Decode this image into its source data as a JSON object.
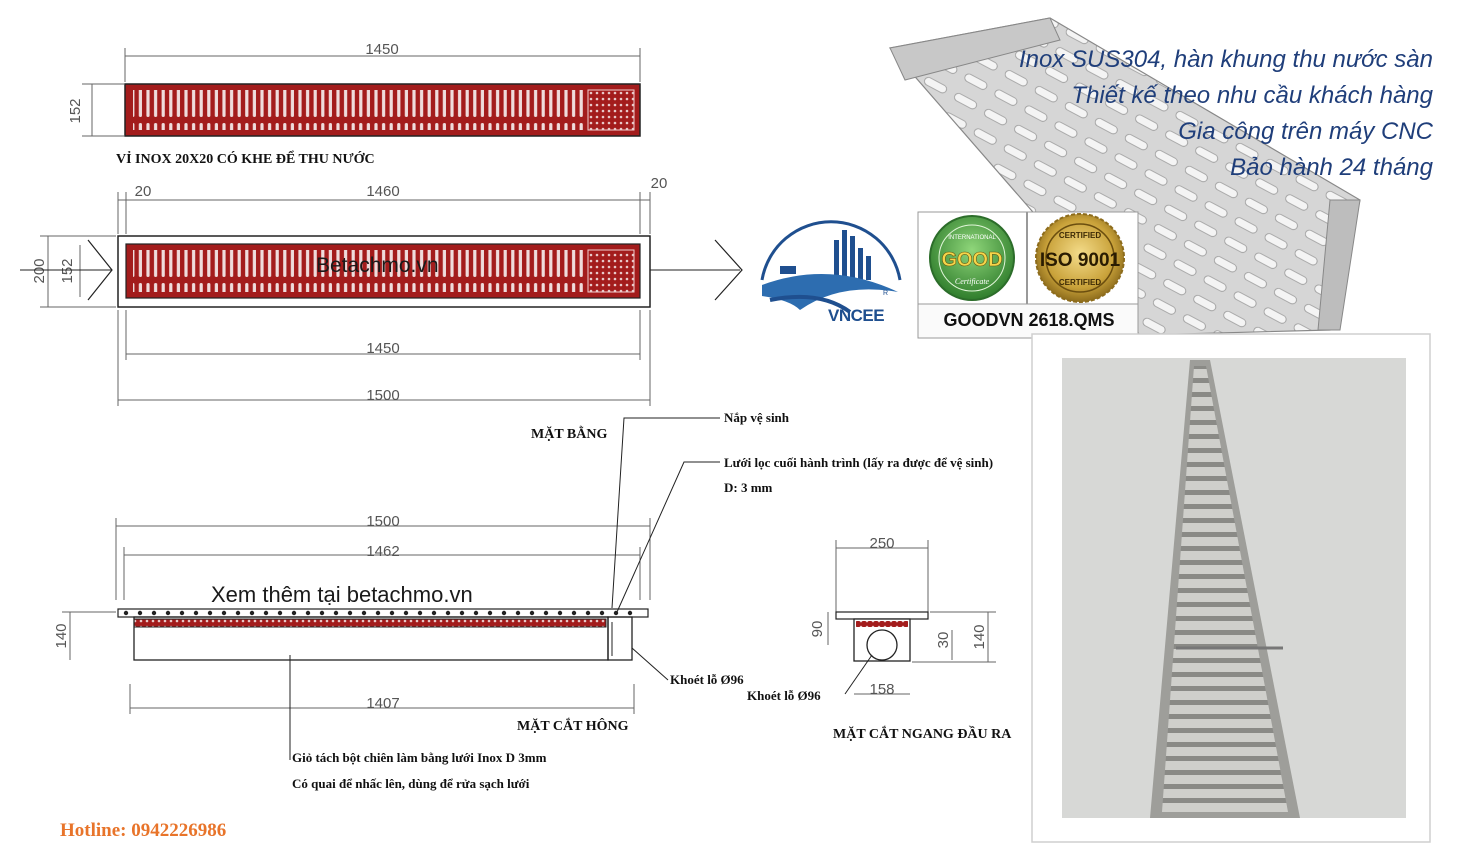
{
  "tagline": {
    "line1": "Inox SUS304, hàn khung thu nước sàn",
    "line2": "Thiết kế theo nhu cầu khách hàng",
    "line3": "Gia công trên máy CNC",
    "line4": "Bảo hành 24 tháng"
  },
  "top_grate": {
    "dim_length": "1450",
    "dim_width": "152",
    "caption": "VỈ INOX 20X20 CÓ KHE ĐỂ THU NƯỚC"
  },
  "plan_view": {
    "dim_left_margin": "20",
    "dim_inner_length": "1460",
    "dim_right_margin": "20",
    "dim_outer_height": "200",
    "dim_inner_height": "152",
    "dim_grate_length": "1450",
    "dim_total_length": "1500",
    "watermark": "Betachmo.vn",
    "title": "MẶT BẰNG"
  },
  "side_section": {
    "dim_total": "1500",
    "dim_inner": "1462",
    "dim_height": "140",
    "dim_bottom": "1407",
    "watermark": "Xem thêm tại betachmo.vn",
    "title": "MẶT CẮT HÔNG",
    "note_lid": "Nắp vệ sinh",
    "note_filter": "Lưới lọc cuối hành trình (lấy ra được để vệ sinh)",
    "note_filter_d": "D: 3 mm",
    "note_hole1": "Khoét lỗ Ø96",
    "note_basket1": "Giỏ tách bột chiên làm bằng lưới Inox D 3mm",
    "note_basket2": "Có quai để nhấc lên, dùng để rửa sạch lưới"
  },
  "cross_section": {
    "dim_top": "250",
    "dim_90": "90",
    "dim_30": "30",
    "dim_140": "140",
    "dim_bottom": "158",
    "note_hole": "Khoét lỗ Ø96",
    "title": "MẶT CẮT NGANG ĐẦU RA"
  },
  "logos": {
    "vncee": "VNCEE",
    "vncee_mark": "R",
    "good_top": "INTERNATIONAL",
    "good_main": "GOOD",
    "good_sub": "Certificate",
    "iso_top": "CERTIFIED",
    "iso_main": "ISO 9001",
    "iso_bottom": "CERTIFIED",
    "certificate_code": "GOODVN 2618.QMS"
  },
  "hotline": "Hotline: 0942226986",
  "colors": {
    "grate_red": "#a31c1c",
    "tagline_blue": "#1f3e7a",
    "hotline_orange": "#e8742a",
    "vncee_blue": "#1f4f8f",
    "iso_gold": "#c9a23a",
    "good_green": "#3d9b3a"
  },
  "icons": [
    "vncee-logo-icon",
    "good-certificate-icon",
    "iso-9001-seal-icon",
    "cable-tray-photo",
    "floor-drain-photo"
  ]
}
